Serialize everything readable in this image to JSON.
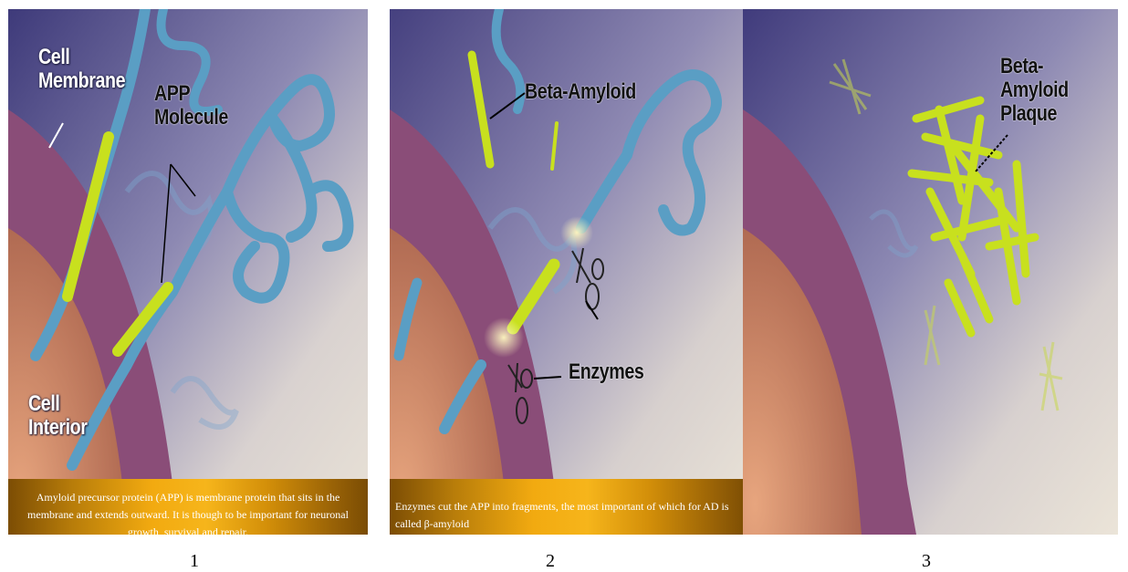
{
  "panels": [
    {
      "number": "1",
      "labels": {
        "cell_membrane": "Cell\nMembrane",
        "app_molecule": "APP\nMolecule",
        "cell_interior": "Cell\nInterior"
      },
      "caption": "Amyloid precursor protein (APP) is membrane protein that sits in the membrane and extends outward. It is though to be  important for neuronal growth, survival and repair."
    },
    {
      "number": "2",
      "labels": {
        "beta_amyloid": "Beta-Amyloid",
        "enzymes": "Enzymes"
      },
      "caption": "Enzymes cut the APP into fragments, the most important of which for AD is called β-amyloid"
    },
    {
      "number": "3",
      "labels": {
        "beta_amyloid_plaque": "Beta-Amyloid\nPlaque"
      }
    }
  ],
  "colors": {
    "app_tube": "#5a9ec4",
    "beta_amyloid": "#c8e01e",
    "membrane": "#8a4d78",
    "interior": "#c4805e",
    "caption_gold": "#f2aa10"
  }
}
